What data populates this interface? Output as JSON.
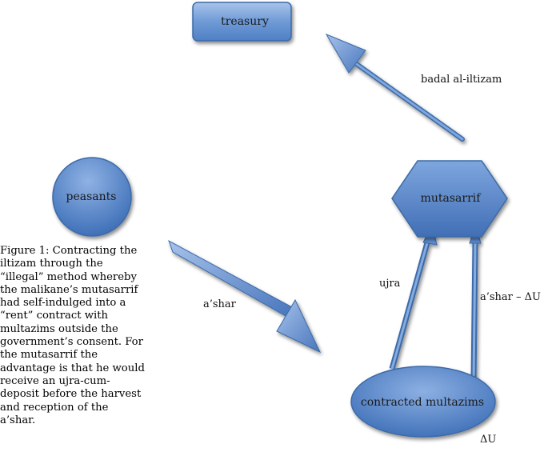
{
  "nodes": {
    "treasury": "treasury",
    "peasants": "peasants",
    "mutasarrif": "mutasarrif",
    "contracted_multazims": "contracted multazims"
  },
  "edges": {
    "badal": "badal al-iltizam",
    "ashar": "a’shar",
    "ujra": "ujra",
    "ashar_minus": "a’shar – ΔU",
    "delta_u": "ΔU"
  },
  "caption": "Figure 1: Contracting the iltizam through the “illegal” method whereby the malikane’s mutasarrif had self-indulged into a “rent” contract with multazims outside the government’s consent. For the mutasarrif the advantage is that he would receive an ujra-cum-deposit before the harvest and reception of the a’shar.",
  "colors": {
    "shape_fill": "#4f81bd",
    "shape_light": "#9dbbe6",
    "shape_stroke": "#3a6aa8"
  }
}
